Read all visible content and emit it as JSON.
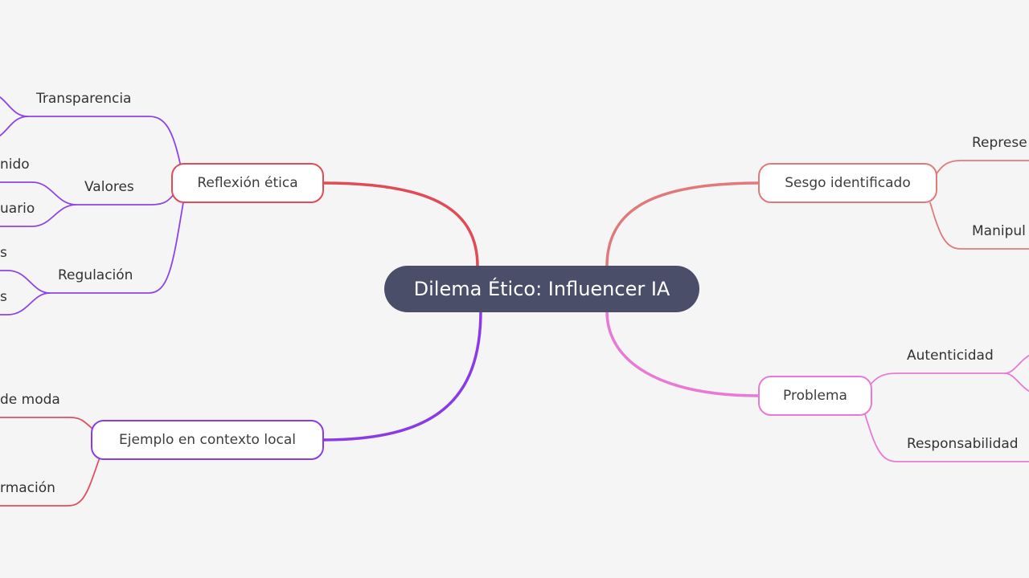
{
  "root": {
    "label": "Dilema Ético: Influencer IA",
    "color": "#4a4e69"
  },
  "branches": {
    "reflexion": {
      "label": "Reflexión ética",
      "color": "#e04b55",
      "sub_color": "#8e44e6",
      "children": {
        "transparencia": "Transparencia",
        "valores": "Valores",
        "valores_1": "nido",
        "valores_2": "uario",
        "regulacion": "Regulación",
        "regulacion_1": "s",
        "regulacion_2": "s"
      }
    },
    "ejemplo": {
      "label": "Ejemplo en contexto local",
      "color": "#8a3be6",
      "sub_color": "#e05060",
      "children": {
        "moda": "de moda",
        "formacion": "rmación"
      }
    },
    "sesgo": {
      "label": "Sesgo identificado",
      "color": "#e07a7a",
      "children": {
        "representacion": "Represe",
        "manipulacion": "Manipul"
      }
    },
    "problema": {
      "label": "Problema",
      "color": "#e87ad6",
      "children": {
        "autenticidad": "Autenticidad",
        "responsabilidad": "Responsabilidad"
      }
    }
  }
}
